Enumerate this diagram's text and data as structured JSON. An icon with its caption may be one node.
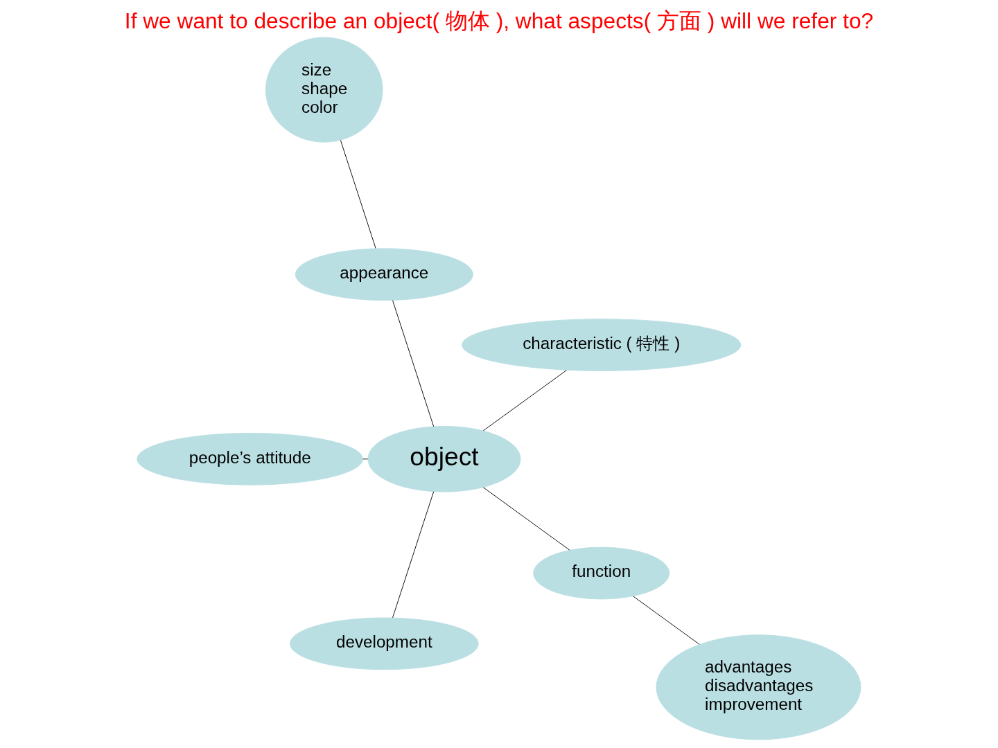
{
  "diagram": {
    "title": "If we want to describe an object( 物体 ), what aspects( 方面 ) will we refer to?",
    "nodes": [
      {
        "text": [
          "object"
        ]
      },
      {
        "text": [
          "characteristic ( 特性 )"
        ]
      },
      {
        "text": [
          "appearance"
        ]
      },
      {
        "text": [
          "size",
          "shape",
          "color"
        ]
      },
      {
        "text": [
          "people’s attitude"
        ]
      },
      {
        "text": [
          "development"
        ]
      },
      {
        "text": [
          "function"
        ]
      },
      {
        "text": [
          "advantages",
          "disadvantages",
          "improvement"
        ]
      }
    ],
    "edges": [
      {
        "from": 0,
        "to": 1,
        "arrow": "none"
      },
      {
        "from": 0,
        "to": 2,
        "arrow": "none"
      },
      {
        "from": 2,
        "to": 3,
        "arrow": "none"
      },
      {
        "from": 0,
        "to": 4,
        "arrow": "none"
      },
      {
        "from": 0,
        "to": 5,
        "arrow": "none"
      },
      {
        "from": 0,
        "to": 6,
        "arrow": "none"
      },
      {
        "from": 6,
        "to": 7,
        "arrow": "none"
      }
    ]
  }
}
